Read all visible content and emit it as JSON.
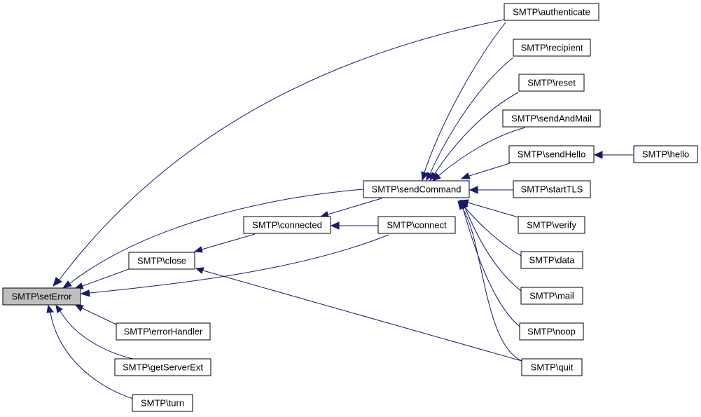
{
  "graph": {
    "focus_node": "setError",
    "colors": {
      "edge": "#191970",
      "focus_fill": "#bfbfbf",
      "node_fill": "#ffffff",
      "node_stroke": "#000000"
    },
    "nodes": {
      "setError": "SMTP\\setError",
      "close": "SMTP\\close",
      "errorHandler": "SMTP\\errorHandler",
      "getServerExt": "SMTP\\getServerExt",
      "turn": "SMTP\\turn",
      "connected": "SMTP\\connected",
      "sendCommand": "SMTP\\sendCommand",
      "connect": "SMTP\\connect",
      "authenticate": "SMTP\\authenticate",
      "recipient": "SMTP\\recipient",
      "reset": "SMTP\\reset",
      "sendAndMail": "SMTP\\sendAndMail",
      "sendHello": "SMTP\\sendHello",
      "hello": "SMTP\\hello",
      "startTLS": "SMTP\\startTLS",
      "verify": "SMTP\\verify",
      "data": "SMTP\\data",
      "mail": "SMTP\\mail",
      "noop": "SMTP\\noop",
      "quit": "SMTP\\quit"
    },
    "edges": [
      [
        "authenticate",
        "setError"
      ],
      [
        "sendCommand",
        "setError"
      ],
      [
        "close",
        "setError"
      ],
      [
        "connect",
        "setError"
      ],
      [
        "errorHandler",
        "setError"
      ],
      [
        "getServerExt",
        "setError"
      ],
      [
        "turn",
        "setError"
      ],
      [
        "connected",
        "close"
      ],
      [
        "quit",
        "close"
      ],
      [
        "sendCommand",
        "connected"
      ],
      [
        "connect",
        "connected"
      ],
      [
        "authenticate",
        "sendCommand"
      ],
      [
        "recipient",
        "sendCommand"
      ],
      [
        "reset",
        "sendCommand"
      ],
      [
        "sendAndMail",
        "sendCommand"
      ],
      [
        "sendHello",
        "sendCommand"
      ],
      [
        "startTLS",
        "sendCommand"
      ],
      [
        "verify",
        "sendCommand"
      ],
      [
        "data",
        "sendCommand"
      ],
      [
        "mail",
        "sendCommand"
      ],
      [
        "noop",
        "sendCommand"
      ],
      [
        "quit",
        "sendCommand"
      ],
      [
        "hello",
        "sendHello"
      ]
    ]
  }
}
